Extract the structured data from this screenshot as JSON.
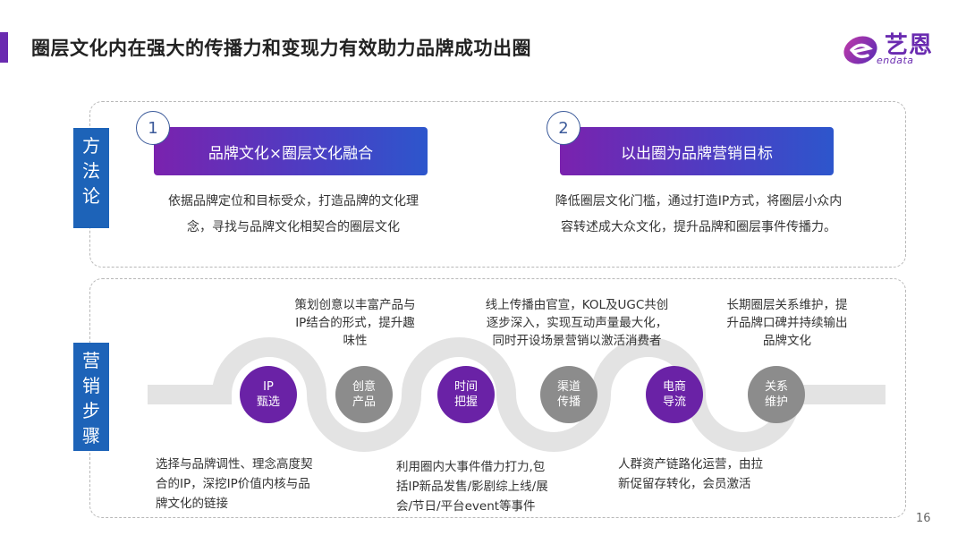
{
  "title": "圈层文化内在强大的传播力和变现力有效助力品牌成功出圈",
  "logo": {
    "cn": "艺恩",
    "en": "endata"
  },
  "method": {
    "label": "方法论",
    "items": [
      {
        "number": "1",
        "banner": "品牌文化×圈层文化融合",
        "desc_line1": "依据品牌定位和目标受众，打造品牌的文化理",
        "desc_line2": "念，寻找与品牌文化相契合的圈层文化"
      },
      {
        "number": "2",
        "banner": "以出圈为品牌营销目标",
        "desc_line1": "降低圈层文化门槛，通过打造IP方式，将圈层小众内",
        "desc_line2": "容转述成大众文化，提升品牌和圈层事件传播力。"
      }
    ]
  },
  "marketing": {
    "label": "营销步骤",
    "steps": [
      {
        "line1": "IP",
        "line2": "甄选",
        "color": "#6a22a6"
      },
      {
        "line1": "创意",
        "line2": "产品",
        "color": "#8c8c8c"
      },
      {
        "line1": "时间",
        "line2": "把握",
        "color": "#6a22a6"
      },
      {
        "line1": "渠道",
        "line2": "传播",
        "color": "#8c8c8c"
      },
      {
        "line1": "电商",
        "line2": "导流",
        "color": "#6a22a6"
      },
      {
        "line1": "关系",
        "line2": "维护",
        "color": "#8c8c8c"
      }
    ],
    "above": [
      {
        "l1": "策划创意以丰富产品与",
        "l2": "IP结合的形式，提升趣",
        "l3": "味性"
      },
      {
        "l1": "线上传播由官宣，KOL及UGC共创",
        "l2": "逐步深入，实现互动声量最大化，",
        "l3": "同时开设场景营销以激活消费者"
      },
      {
        "l1": "长期圈层关系维护，提",
        "l2": "升品牌口碑并持续输出",
        "l3": "品牌文化"
      }
    ],
    "below": [
      {
        "l1": "选择与品牌调性、理念高度契",
        "l2": "合的IP，深挖IP价值内核与品",
        "l3": "牌文化的链接"
      },
      {
        "l1": "利用圈内大事件借力打力,包",
        "l2": "括IP新品发售/影剧综上线/展",
        "l3": "会/节日/平台event等事件"
      },
      {
        "l1": "人群资产链路化运营，由拉",
        "l2": "新促留存转化，会员激活"
      }
    ]
  },
  "page_number": "16"
}
